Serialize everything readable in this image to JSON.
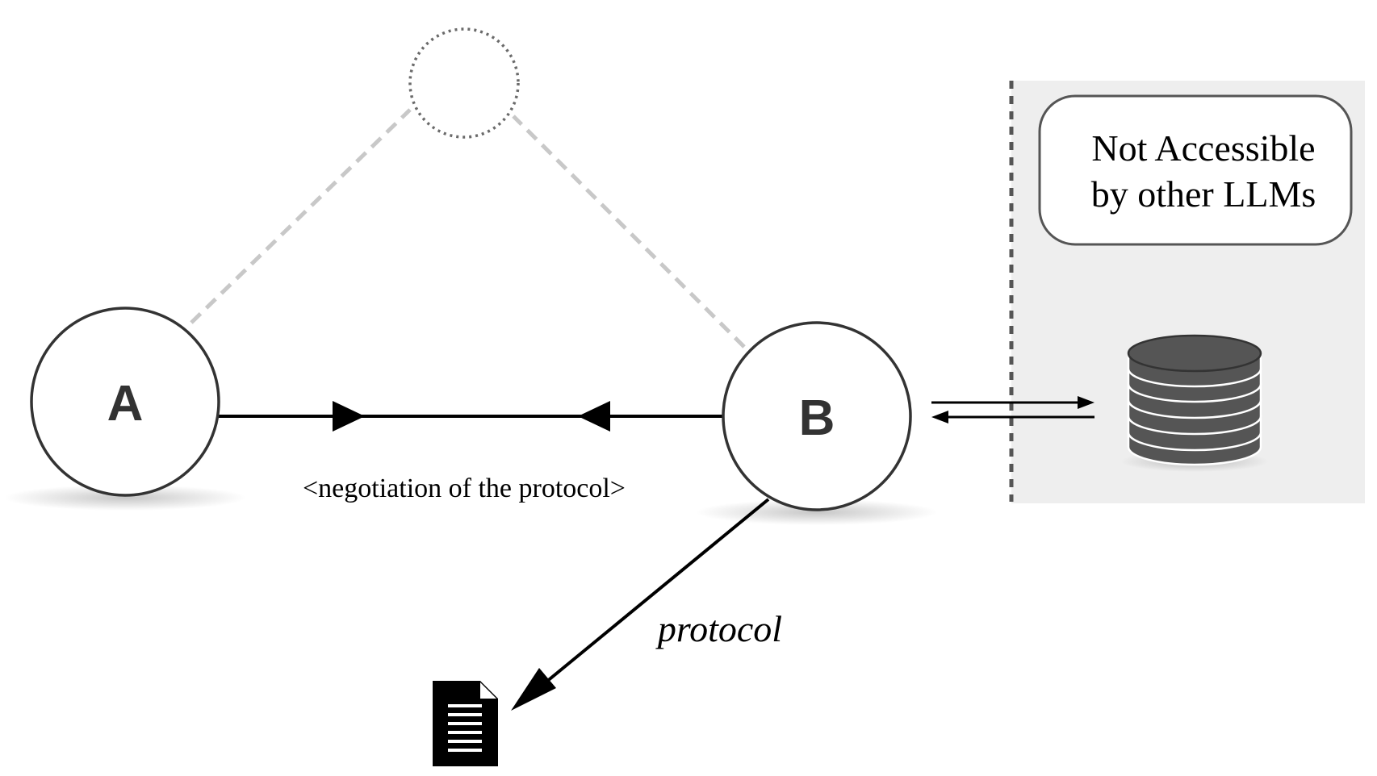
{
  "nodes": {
    "a": {
      "label": "A"
    },
    "b": {
      "label": "B"
    }
  },
  "edges": {
    "negotiation_label": "<negotiation of the protocol>",
    "protocol_label": "protocol"
  },
  "restricted_area": {
    "note_line_1": "Not Accessible",
    "note_line_2": "by other LLMs"
  },
  "icons": {
    "database": "database-icon",
    "document": "document-icon"
  },
  "colors": {
    "node_stroke": "#333333",
    "node_label": "#333333",
    "dashed_link": "#c8c8c8",
    "restricted_bg": "#eeeeee",
    "database_fill": "#555555"
  }
}
